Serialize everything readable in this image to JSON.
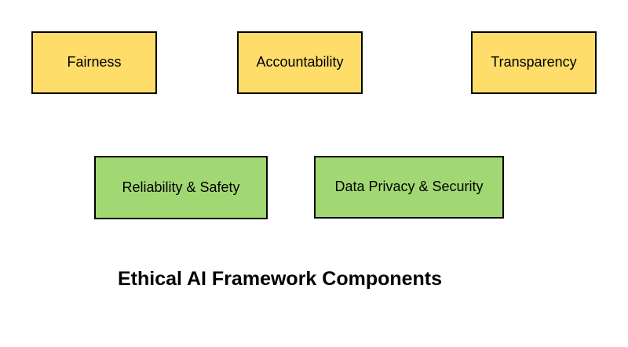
{
  "diagram": {
    "title": "Ethical AI Framework Components",
    "nodes": [
      {
        "label": "Fairness",
        "group": "principles-yellow"
      },
      {
        "label": "Accountability",
        "group": "principles-yellow"
      },
      {
        "label": "Transparency",
        "group": "principles-yellow"
      },
      {
        "label": "Reliability & Safety",
        "group": "practices-green"
      },
      {
        "label": "Data Privacy & Security",
        "group": "practices-green"
      }
    ]
  },
  "colors": {
    "yellow_fill": "#ffdd6b",
    "green_fill": "#a2d873",
    "border": "#000000",
    "text": "#000000",
    "background": "#ffffff"
  }
}
